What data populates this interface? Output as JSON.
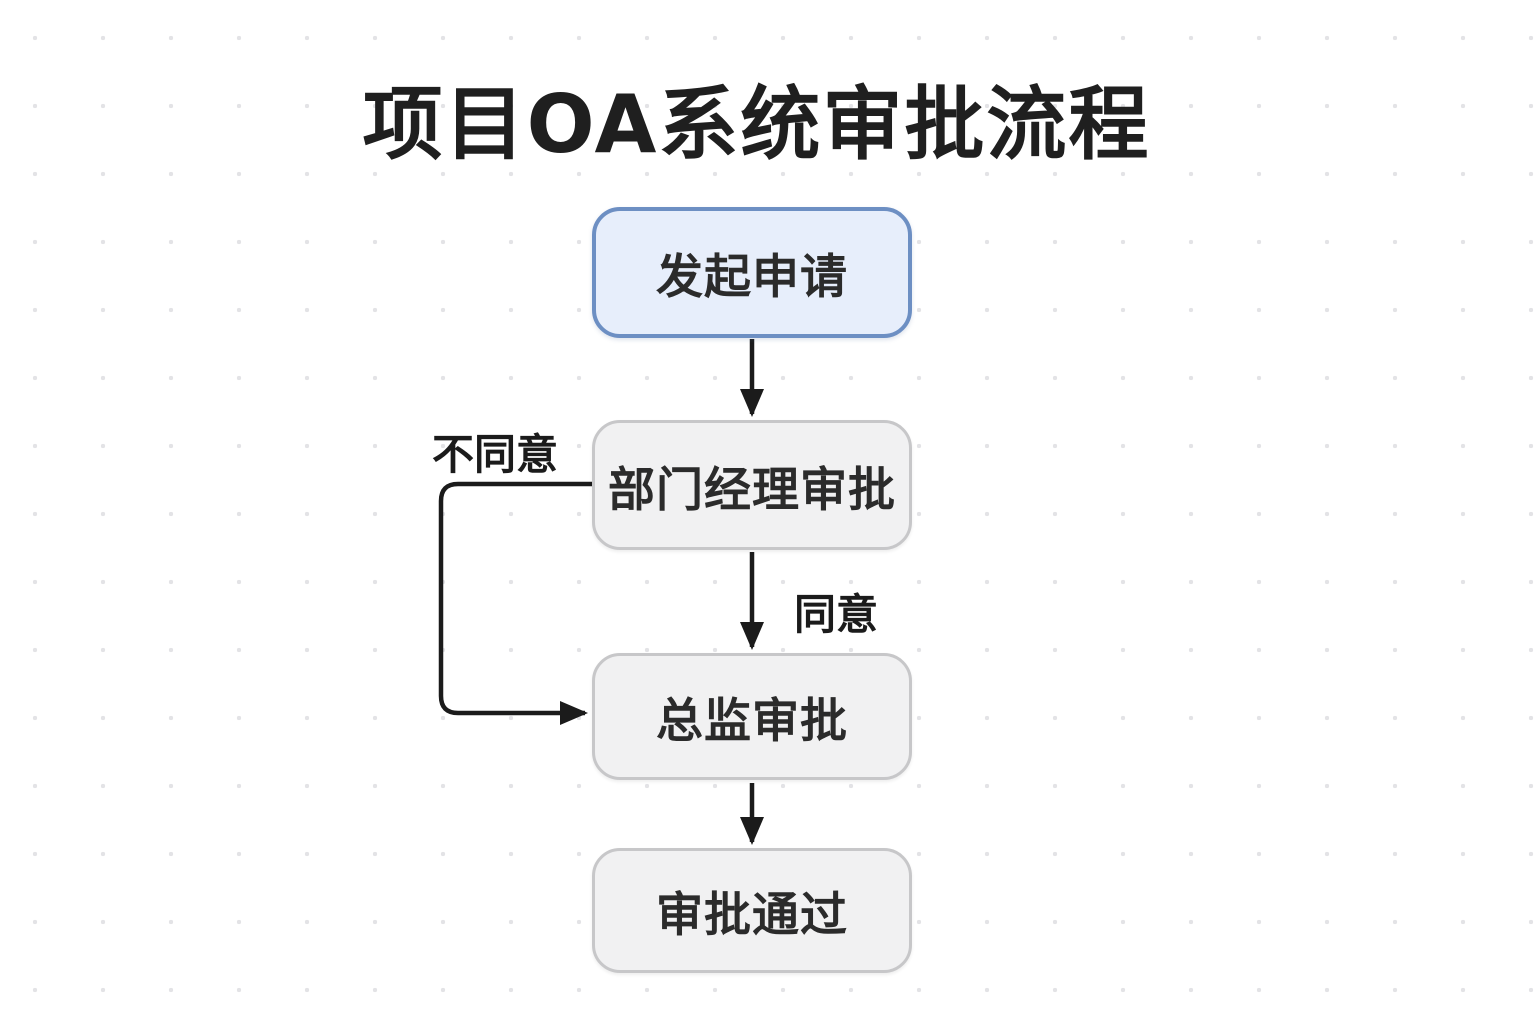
{
  "page": {
    "title": "项目OA系统审批流程"
  },
  "flowchart": {
    "nodes": [
      {
        "id": "start",
        "label": "发起申请",
        "type": "start"
      },
      {
        "id": "manager",
        "label": "部门经理审批",
        "type": "process"
      },
      {
        "id": "director",
        "label": "总监审批",
        "type": "process"
      },
      {
        "id": "approved",
        "label": "审批通过",
        "type": "process"
      }
    ],
    "edges": [
      {
        "from": "start",
        "to": "manager",
        "label": ""
      },
      {
        "from": "manager",
        "to": "director",
        "label": "同意",
        "route": "straight"
      },
      {
        "from": "manager",
        "to": "director",
        "label": "不同意",
        "route": "left-detour"
      },
      {
        "from": "director",
        "to": "approved",
        "label": ""
      }
    ],
    "colors": {
      "start_fill": "#e7eefb",
      "start_border": "#6d8fc3",
      "process_fill": "#f1f1f2",
      "process_border": "#c7c7c9",
      "connector": "#1b1b1b",
      "title_text": "#1f1f1f",
      "node_text": "#2b2b2b",
      "background_dots": "#e3e3e6"
    }
  }
}
